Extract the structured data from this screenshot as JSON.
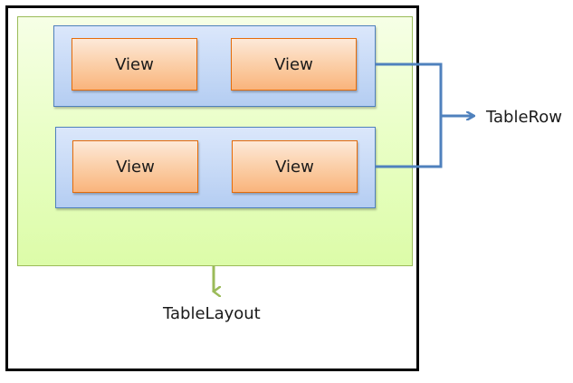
{
  "diagram": {
    "table_layout": {
      "label": "TableLayout",
      "color": "#9bbb59"
    },
    "table_row": {
      "label": "TableRow",
      "color": "#4f81bd"
    },
    "rows": [
      {
        "views": [
          {
            "label": "View"
          },
          {
            "label": "View"
          }
        ]
      },
      {
        "views": [
          {
            "label": "View"
          },
          {
            "label": "View"
          }
        ]
      }
    ],
    "view_color": "#f79646"
  }
}
